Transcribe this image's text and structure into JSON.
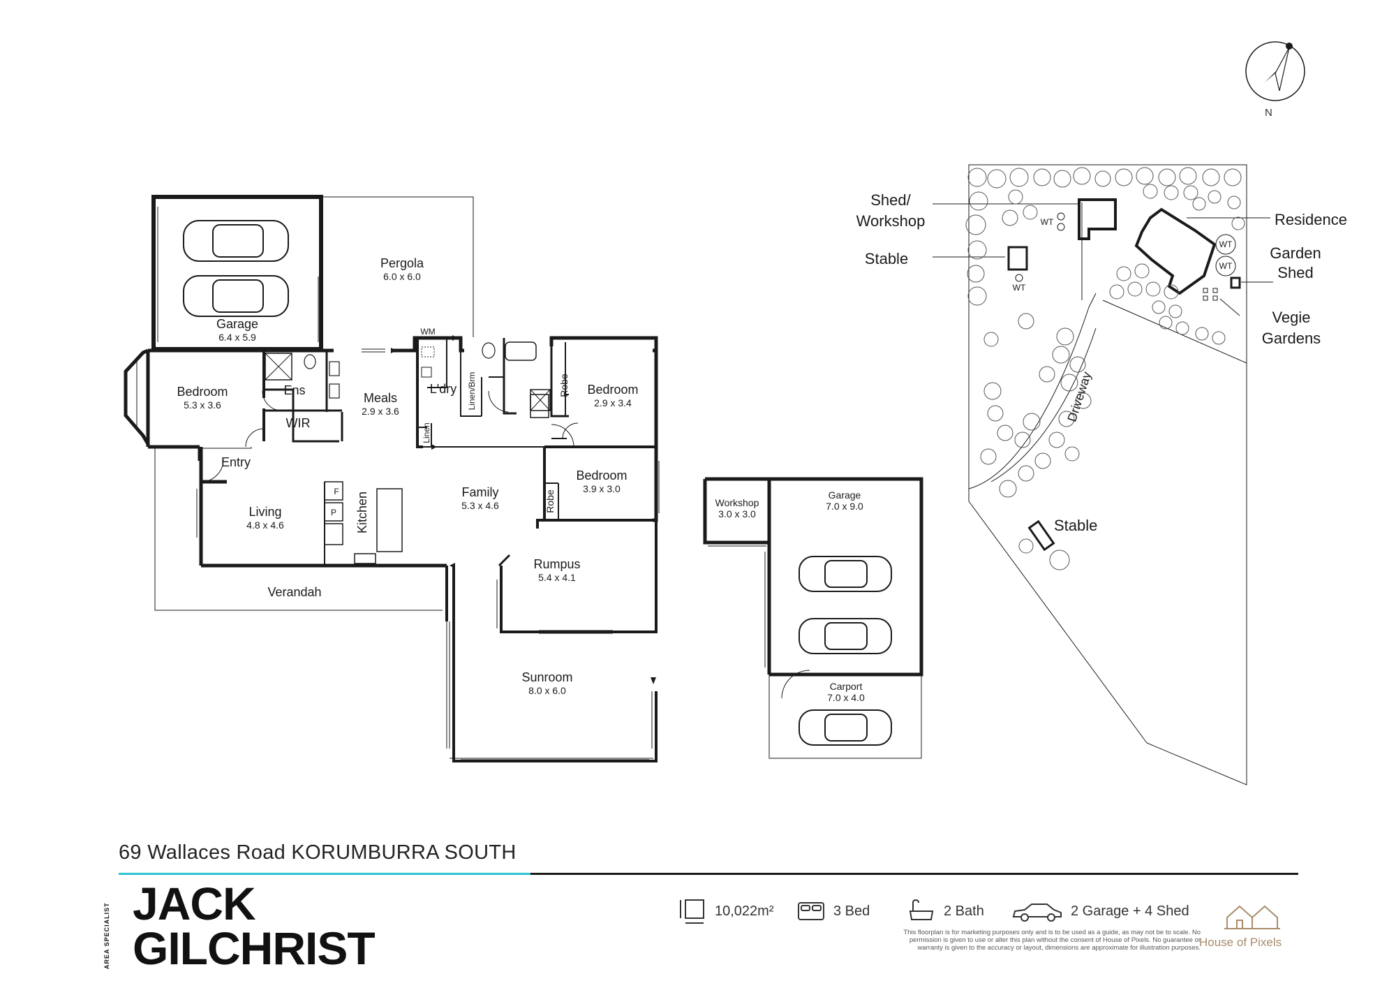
{
  "floorplan": {
    "rooms": [
      {
        "id": "garage-main",
        "name": "Garage",
        "dims": "6.4 x 5.9"
      },
      {
        "id": "pergola",
        "name": "Pergola",
        "dims": "6.0 x 6.0"
      },
      {
        "id": "bedroom-1",
        "name": "Bedroom",
        "dims": "5.3 x 3.6"
      },
      {
        "id": "ens",
        "name": "Ens",
        "dims": ""
      },
      {
        "id": "wir",
        "name": "WIR",
        "dims": ""
      },
      {
        "id": "meals",
        "name": "Meals",
        "dims": "2.9 x 3.6"
      },
      {
        "id": "laundry",
        "name": "L'dry",
        "dims": ""
      },
      {
        "id": "bedroom-2",
        "name": "Bedroom",
        "dims": "2.9 x 3.4"
      },
      {
        "id": "bedroom-3",
        "name": "Bedroom",
        "dims": "3.9 x 3.0"
      },
      {
        "id": "entry",
        "name": "Entry",
        "dims": ""
      },
      {
        "id": "living",
        "name": "Living",
        "dims": "4.8 x 4.6"
      },
      {
        "id": "family",
        "name": "Family",
        "dims": "5.3 x 4.6"
      },
      {
        "id": "rumpus",
        "name": "Rumpus",
        "dims": "5.4 x 4.1"
      },
      {
        "id": "verandah",
        "name": "Verandah",
        "dims": ""
      },
      {
        "id": "sunroom",
        "name": "Sunroom",
        "dims": "8.0 x 6.0"
      }
    ],
    "vertical_labels": {
      "linen_brm": "Linen/Brm",
      "robe_1": "Robe",
      "robe_2": "Robe",
      "kitchen": "Kitchen",
      "linen": "Linen"
    },
    "fixtures": {
      "wm": "WM",
      "fridge": "F",
      "pantry": "P"
    }
  },
  "outbuildings": {
    "workshop": {
      "name": "Workshop",
      "dims": "3.0 x 3.0"
    },
    "garage": {
      "name": "Garage",
      "dims": "7.0 x 9.0"
    },
    "carport": {
      "name": "Carport",
      "dims": "7.0 x 4.0"
    }
  },
  "site_plan": {
    "labels": {
      "shed_workshop": "Shed/\nWorkshop",
      "stable_1": "Stable",
      "residence": "Residence",
      "garden_shed": "Garden\nShed",
      "vegie_gardens": "Vegie\nGardens",
      "stable_2": "Stable",
      "driveway": "Driveway",
      "wt": "WT"
    }
  },
  "compass": {
    "label": "N"
  },
  "footer": {
    "address": "69 Wallaces Road KORUMBURRA SOUTH",
    "agent_first": "JACK",
    "agent_last": "GILCHRIST",
    "agent_tag": "AREA SPECIALIST",
    "stats": {
      "land": "10,022m²",
      "beds": "3 Bed",
      "baths": "2 Bath",
      "parking": "2 Garage + 4 Shed"
    },
    "disclaimer": "This floorplan is for marketing purposes only and is to be used as a guide, as may not be to scale. No permission is given to use or alter this plan without the consent of House of Pixels. No guarantee or warranty is given to the accuracy or layout, dimensions are approximate for illustration purposes.",
    "brand": "House of Pixels"
  },
  "colors": {
    "accent": "#2ec4d6",
    "wall": "#1a1a1a",
    "brand": "#a88c6b"
  }
}
